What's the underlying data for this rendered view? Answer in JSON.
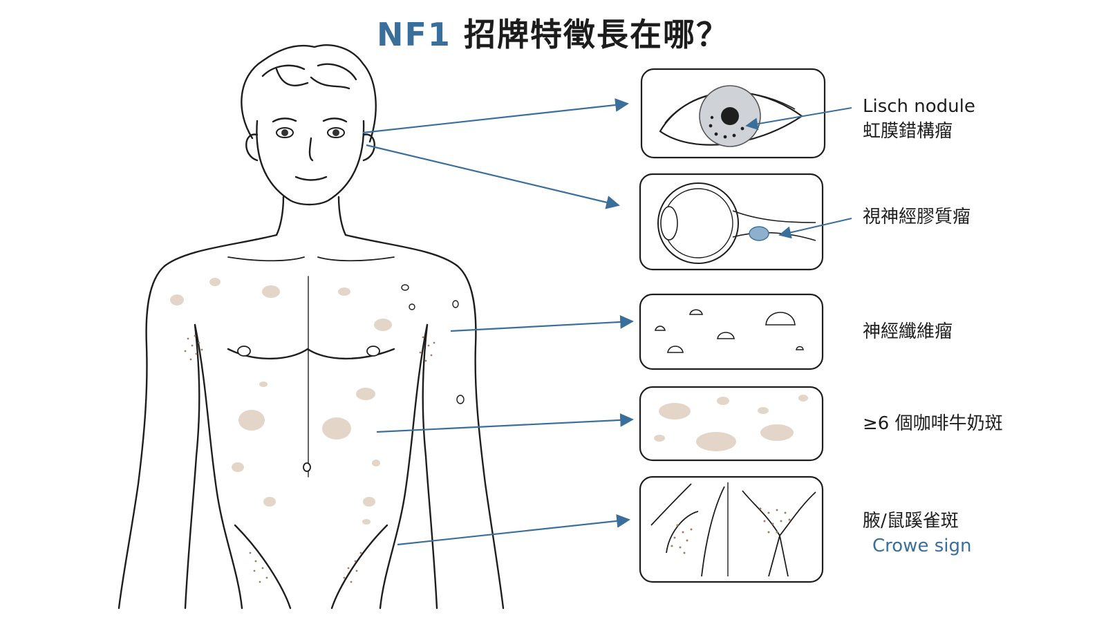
{
  "title": {
    "prefix": "NF1",
    "rest": "招牌特徵長在哪？"
  },
  "colors": {
    "accent": "#3a6f9c",
    "spot": "#e3d5c8",
    "line": "#1e1e1e"
  },
  "features": [
    {
      "line1": "Lisch nodule",
      "line2": "虹膜錯構瘤",
      "icon": "eye-iris-icon"
    },
    {
      "line1": "視神經膠質瘤",
      "icon": "eyeball-optic-nerve-icon"
    },
    {
      "line1": "神經纖維瘤",
      "icon": "skin-nodules-icon"
    },
    {
      "line1": "≥6 個咖啡牛奶斑",
      "icon": "cafe-au-lait-spots-icon"
    },
    {
      "line1": "腋/鼠蹊雀斑",
      "line2": "Crowe sign",
      "icon": "freckling-icon"
    }
  ]
}
